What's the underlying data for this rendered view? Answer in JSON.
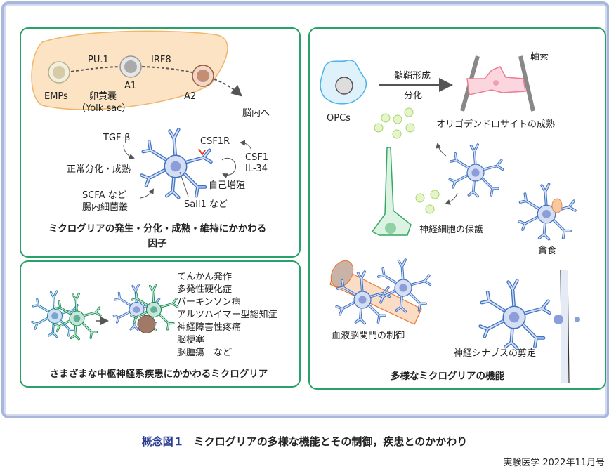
{
  "panel_development": {
    "title_line1": "ミクログリアの発生・分化・成熟・維持にかかわる",
    "title_line2": "因子",
    "pu1": "PU.1",
    "irf8": "IRF8",
    "emps": "EMPs",
    "a1": "A1",
    "a2": "A2",
    "yolk_sac": "卵黄嚢",
    "yolk_sac_en": "（Yolk sac）",
    "to_brain": "脳内へ",
    "tgf": "TGF-β",
    "csf1r": "CSF1R",
    "csf1": "CSF1",
    "il34": "IL-34",
    "normal": "正常分化・成熟",
    "self_renewal": "自己増殖",
    "scfa": "SCFA など",
    "gut": "腸内細菌叢",
    "sall1": "Sall1 など"
  },
  "panel_disease": {
    "title": "さまざまな中枢神経系疾患にかかわるミクログリア",
    "diseases": [
      "てんかん発作",
      "多発性硬化症",
      "パーキンソン病",
      "アルツハイマー型認知症",
      "神経障害性疼痛",
      "脳梗塞",
      "脳腫瘍　など"
    ]
  },
  "panel_functions": {
    "title": "多様なミクログリアの機能",
    "myelination": "髄鞘形成",
    "differentiation": "分化",
    "opcs": "OPCs",
    "axon": "軸索",
    "oligo": "オリゴデンドロサイトの成熟",
    "neuroprotection": "神経細胞の保護",
    "phagocytosis": "貪食",
    "bbb": "血液脳関門の制御",
    "pruning": "神経シナプスの剪定"
  },
  "caption": {
    "number": "概念図１",
    "text": "ミクログリアの多様な機能とその制御，疾患とのかかわり"
  },
  "source": "実験医学 2022年11月号",
  "colors": {
    "panel_border": "#2aa06b",
    "frame": "#a9b6dc",
    "microglia": "#3f74c4",
    "caption_num": "#2c3f94"
  }
}
